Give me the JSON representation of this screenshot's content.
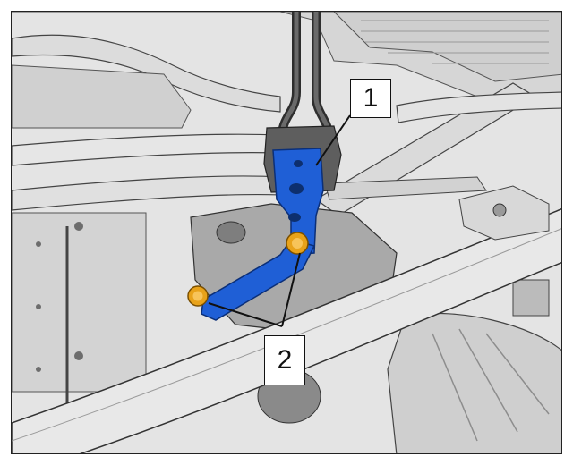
{
  "callouts": [
    {
      "id": "1",
      "label": "1"
    },
    {
      "id": "2",
      "label": "2"
    }
  ],
  "colors": {
    "bracket": "#1f5fd6",
    "bolt": "#e8a21a",
    "metal_light": "#e2e2e2",
    "metal_mid": "#bdbdbd",
    "metal_dark": "#7d7d7d",
    "hose": "#5a5a5a",
    "outline": "#2a2a2a"
  },
  "icons": [
    "bolt-icon"
  ]
}
